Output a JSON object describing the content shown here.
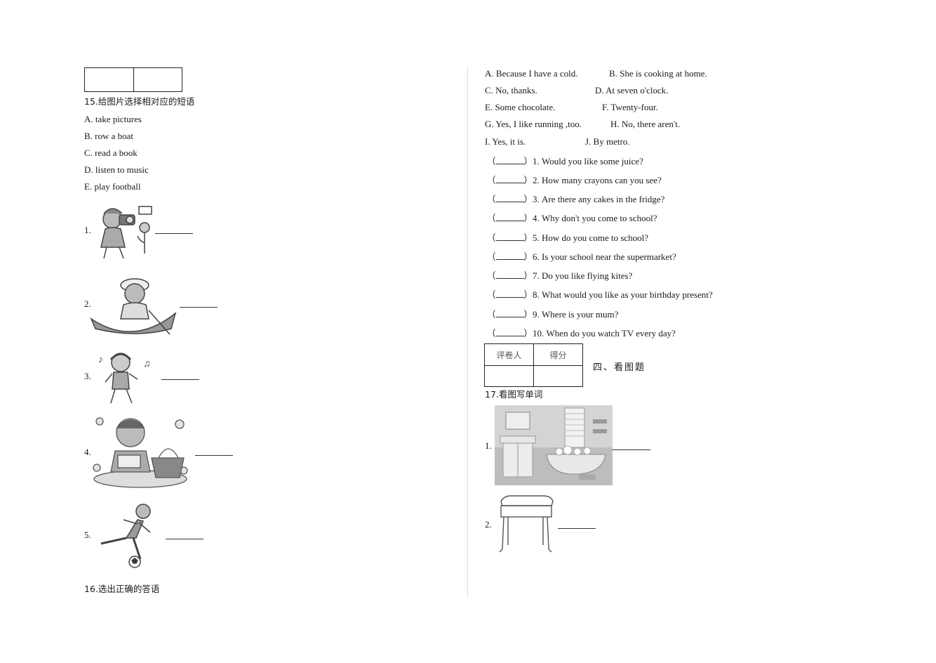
{
  "q15": {
    "title": "15.给图片选择相对应的短语",
    "options": [
      "A. take pictures",
      "B. row a boat",
      "C. read a book",
      "D. listen to music",
      "E. play football"
    ],
    "items": [
      "1.",
      "2.",
      "3.",
      "4.",
      "5."
    ],
    "picture_icons": [
      "girl-camera-icon",
      "boy-rowing-boat-icon",
      "boy-headphones-music-icon",
      "boy-reading-picnic-icon",
      "boy-kicking-football-icon"
    ]
  },
  "q16": {
    "title": "16.选出正确的答语",
    "answers": [
      [
        "A. Because I have a cold.",
        "B. She is cooking at home."
      ],
      [
        "C. No, thanks.",
        "D. At seven o'clock."
      ],
      [
        "E. Some chocolate.",
        "F. Twenty-four."
      ],
      [
        "G. Yes, I like running ,too.",
        "H. No, there aren't."
      ],
      [
        "I. Yes, it is.",
        "J. By metro."
      ]
    ],
    "paren_open": "（",
    "paren_close": "）",
    "questions": [
      "1. Would you like some juice?",
      "2. How many crayons can you see?",
      "3. Are there any cakes in the fridge?",
      "4. Why don't you come to school?",
      "5. How do you come to school?",
      "6. Is your school near the supermarket?",
      "7. Do you like flying kites?",
      "8. What would you like as your birthday present?",
      "9. Where is your mum?",
      "10. When do you watch TV every day?"
    ]
  },
  "section4": {
    "grader_label": "评卷人",
    "score_label": "得分",
    "title": "四、看图题"
  },
  "q17": {
    "title": "17.看图写单词",
    "items": [
      "1.",
      "2."
    ],
    "picture_icons": [
      "bathroom-icon",
      "desk-icon"
    ]
  }
}
